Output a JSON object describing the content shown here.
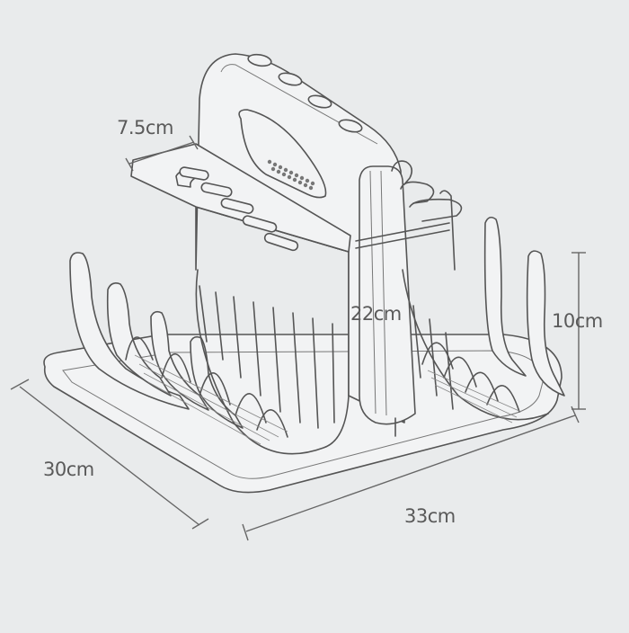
{
  "figure": {
    "subject": "dish drying rack with utensil holder handle",
    "background_color": "#e9ebec",
    "line_color": "#555555"
  },
  "dimensions": {
    "holder_depth": "7.5cm",
    "height_center": "22cm",
    "rack_height": "10cm",
    "width": "33cm",
    "depth": "30cm"
  }
}
